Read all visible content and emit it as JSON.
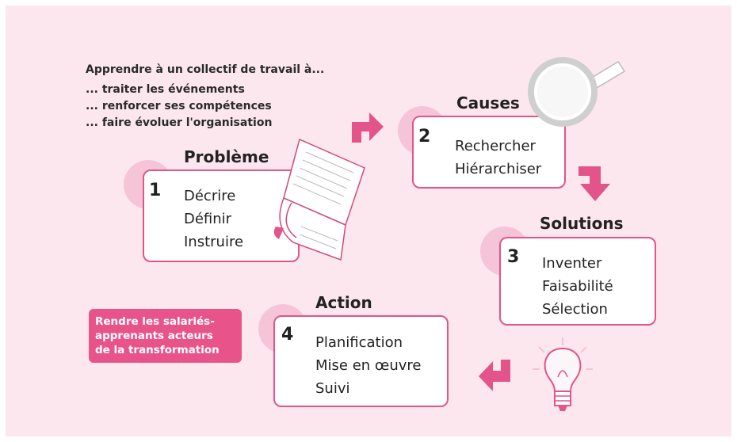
{
  "intro": {
    "title": "Apprendre à un collectif de travail à...",
    "lines": [
      "... traiter les événements",
      "... renforcer ses compétences",
      "... faire évoluer l'organisation"
    ]
  },
  "steps": [
    {
      "number": "1",
      "heading": "Problème",
      "items": [
        "Décrire",
        "Définir",
        "Instruire"
      ]
    },
    {
      "number": "2",
      "heading": "Causes",
      "items": [
        "Rechercher",
        "Hiérarchiser"
      ]
    },
    {
      "number": "3",
      "heading": "Solutions",
      "items": [
        "Inventer",
        "Faisabilité",
        "Sélection"
      ]
    },
    {
      "number": "4",
      "heading": "Action",
      "items": [
        "Planification",
        "Mise en œuvre",
        "Suivi"
      ]
    }
  ],
  "callout": {
    "lines": [
      "Rendre les salariés-",
      "apprenants acteurs",
      "de la transformation"
    ]
  },
  "colors": {
    "accent": "#e2548a",
    "circle": "#f6c4d7",
    "background": "#fce7ee"
  },
  "icons": [
    "document-icon",
    "magnifier-icon",
    "lightbulb-icon"
  ]
}
